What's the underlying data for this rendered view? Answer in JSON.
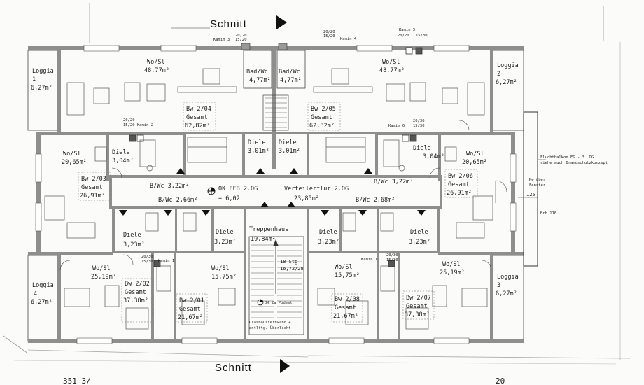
{
  "section": {
    "top_label": "Schnitt",
    "bottom_label": "Schnitt"
  },
  "chimneys": {
    "kamin3": "Kamin 3",
    "kamin4": "Kamin 4",
    "kamin5": "Kamin 5",
    "kamin2": "15/20 Kamin 2",
    "kamin6": "Kamin 6",
    "kamin1a": "Kamin 1",
    "kamin1b": "Kamin 1",
    "dim_2020": "20/20",
    "dim_1520": "15/20",
    "dim_2030": "20/30",
    "dim_1530": "15/30",
    "dim_2030b": "20/30",
    "dim_1530b": "15/30"
  },
  "rooms": {
    "loggia1_name": "Loggia",
    "loggia1_num": "1",
    "loggia1_area": "6,27m²",
    "loggia2_name": "Loggia",
    "loggia2_num": "2",
    "loggia2_area": "6,27m²",
    "loggia3_name": "Loggia",
    "loggia3_num": "3",
    "loggia3_area": "6,27m²",
    "loggia4_name": "Loggia",
    "loggia4_num": "4",
    "loggia4_area": "6,27m²",
    "wosl_tl_name": "Wo/Sl",
    "wosl_tl_area": "48,77m²",
    "wosl_tr_name": "Wo/Sl",
    "wosl_tr_area": "48,77m²",
    "bad_l_name": "Bad/Wc",
    "bad_l_area": "4,77m²",
    "bad_r_name": "Bad/Wc",
    "bad_r_area": "4,77m²",
    "diele_cl_name": "Diele",
    "diele_cl_area": "3,01m²",
    "diele_cr_name": "Diele",
    "diele_cr_area": "3,01m²",
    "wosl_ml_name": "Wo/Sl",
    "wosl_ml_area": "20,65m²",
    "wosl_mr_name": "Wo/Sl",
    "wosl_mr_area": "20,65m²",
    "diele_ml_name": "Diele",
    "diele_ml_area": "3,04m²",
    "diele_mr_name": "Diele",
    "diele_mr_area": "3,04m²",
    "bwc_ml": "B/Wc 3,22m²",
    "bwc_mr": "B/Wc 3,22m²",
    "verteiler_name": "Verteilerflur 2.OG",
    "verteiler_area": "23,85m²",
    "ok_ffb": "OK FFB 2.OG",
    "ok_ffb_val": "+ 6,02",
    "bwc_ll": "B/Wc 2,66m²",
    "bwc_rr": "B/Wc 2,68m²",
    "diele_l1_name": "Diele",
    "diele_l1_area": "3,23m²",
    "diele_l2_name": "Diele",
    "diele_l2_area": "3,23m²",
    "diele_r1_name": "Diele",
    "diele_r1_area": "3,23m²",
    "diele_r2_name": "Diele",
    "diele_r2_area": "3,23m²",
    "treppe_name": "Treppenhaus",
    "treppe_area": "19,84m²",
    "stg": "18 Stg",
    "stg_dim": "16,72/28",
    "podest": "OK 2w Podest",
    "ausgang_1": "Glasbausteinwand +",
    "ausgang_2": "entlftg. Überlicht",
    "wosl_bl_name": "Wo/Sl",
    "wosl_bl_area": "25,19m²",
    "wosl_bcl_name": "Wo/Sl",
    "wosl_bcl_area": "15,75m²",
    "wosl_bcr_name": "Wo/Sl",
    "wosl_bcr_area": "15,75m²",
    "wosl_br_name": "Wo/Sl",
    "wosl_br_area": "25,19m²"
  },
  "units": {
    "bw204": "Bw 2/04",
    "bw204_label": "Gesamt",
    "bw204_area": "62,82m²",
    "bw205": "Bw 2/05",
    "bw205_label": "Gesamt",
    "bw205_area": "62,82m²",
    "bw203": "Bw 2/03",
    "bw203_label": "Gesamt",
    "bw203_area": "26,91m²",
    "bw206": "Bw 2/06",
    "bw206_label": "Gesamt",
    "bw206_area": "26,91m²",
    "bw202": "Bw 2/02",
    "bw202_label": "Gesamt",
    "bw202_area": "37,38m²",
    "bw201": "Bw 2/01",
    "bw201_label": "Gesamt",
    "bw201_area": "21,67m²",
    "bw208": "Bw 2/08",
    "bw208_label": "Gesamt",
    "bw208_area": "21,67m²",
    "bw207": "Bw 2/07",
    "bw207_label": "Gesamt",
    "bw207_area": "37,38m²"
  },
  "annotations": {
    "fluchtbalkon_1": "Fluchtbalkon EG - 3. OG",
    "fluchtbalkon_2": "siehe auch Brandschutzkonzept",
    "ueber": "Nw über",
    "fenster": "Fenster",
    "dim_125": "125",
    "brh": "Brh 116",
    "bottom_left_frag": "351  3/",
    "bottom_right_frag": "20"
  }
}
